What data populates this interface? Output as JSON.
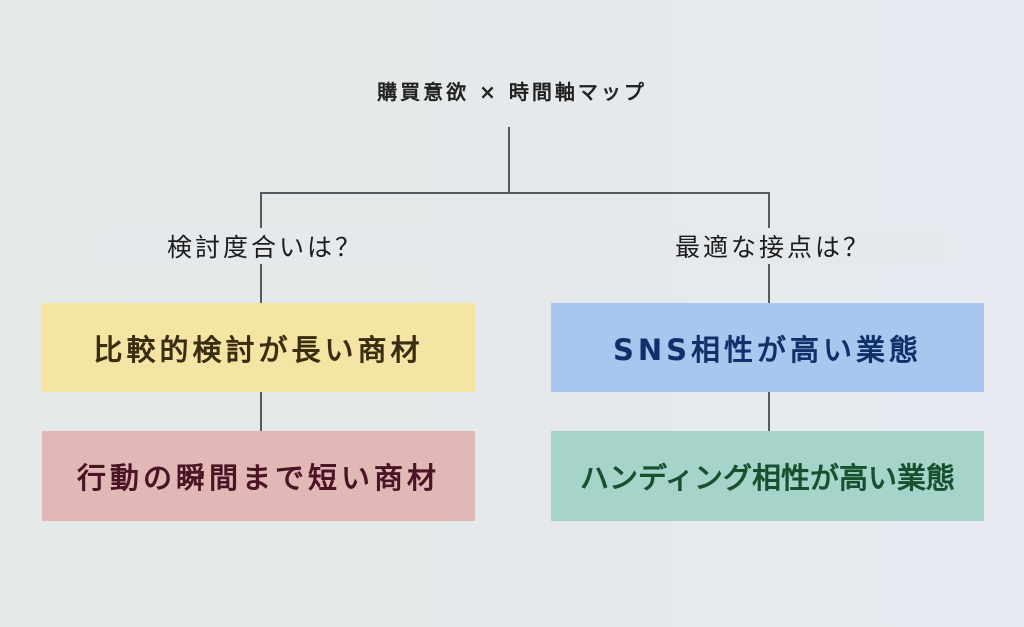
{
  "title": "購買意欲 × 時間軸マップ",
  "branches": [
    {
      "question": "検討度合いは？",
      "boxes": [
        {
          "label": "比較的検討が長い商材",
          "bg": "#f5e5a4",
          "fg": "#3a2e10"
        },
        {
          "label": "行動の瞬間まで短い商材",
          "bg": "#e2b8b7",
          "fg": "#4a1424"
        }
      ]
    },
    {
      "question": "最適な接点は？",
      "boxes": [
        {
          "label": "SNS相性が高い業態",
          "bg": "#a9c6ef",
          "fg": "#10306a"
        },
        {
          "label": "ハンディング相性が高い業態",
          "bg": "#a6d3ca",
          "fg": "#17502f"
        }
      ]
    }
  ],
  "colors": {
    "line": "#555a5c",
    "background": "#e6e9eb"
  }
}
